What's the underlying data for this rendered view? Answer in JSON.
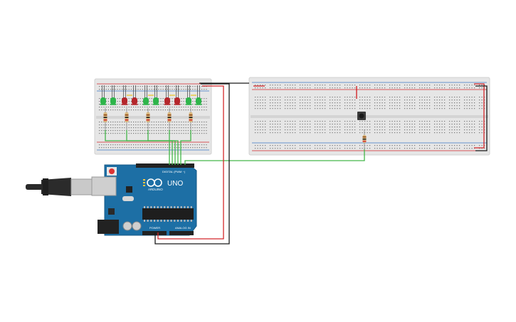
{
  "circuit": {
    "arduino": {
      "board_label": "UNO",
      "brand_label": "ARDUINO",
      "digital_label": "DIGITAL (PWM ~)",
      "power_label": "POWER",
      "analog_label": "ANALOG IN"
    },
    "leds": [
      {
        "color": "#2db54a"
      },
      {
        "color": "#2db54a"
      },
      {
        "color": "#b5262b"
      },
      {
        "color": "#b5262b"
      },
      {
        "color": "#2db54a"
      },
      {
        "color": "#2db54a"
      },
      {
        "color": "#b5262b"
      },
      {
        "color": "#b5262b"
      },
      {
        "color": "#2db54a"
      },
      {
        "color": "#2db54a"
      }
    ],
    "resistor_count": 5,
    "colors": {
      "board_blue": "#1d6fa5",
      "wire_green": "#43b649",
      "wire_red": "#d3262a",
      "wire_black": "#1a1a1a",
      "breadboard": "#e6e6e6"
    }
  }
}
